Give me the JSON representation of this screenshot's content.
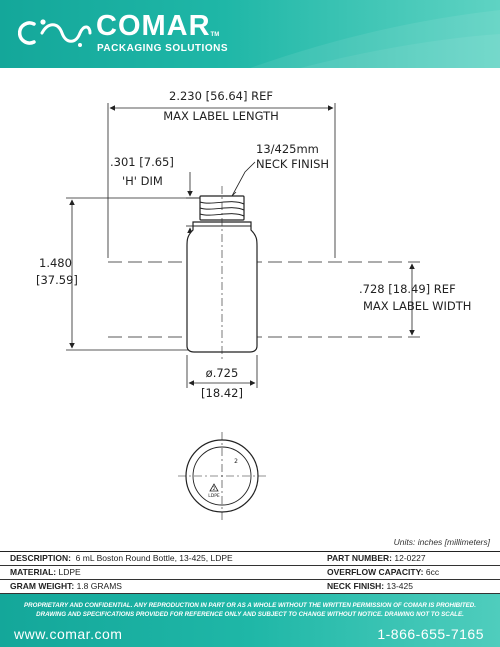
{
  "header": {
    "brand": "COMAR",
    "trademark": "TM",
    "tagline": "PACKAGING SOLUTIONS"
  },
  "drawing": {
    "max_label_length": {
      "value": "2.230 [56.64] REF",
      "label": "MAX LABEL LENGTH"
    },
    "h_dim": {
      "value": ".301 [7.65]",
      "label": "'H' DIM"
    },
    "neck_finish": {
      "value": "13/425mm",
      "label": "NECK FINISH"
    },
    "height": {
      "inches": "1.480",
      "mm": "[37.59]"
    },
    "max_label_width": {
      "value": ".728 [18.49] REF",
      "label": "MAX LABEL WIDTH"
    },
    "diameter": {
      "inches": "ø.725",
      "mm": "[18.42]"
    },
    "bottom_mark_number": "2",
    "recycle_label": "LDPE"
  },
  "units_note": "Units: inches [millimeters]",
  "spec": {
    "description_label": "DESCRIPTION:",
    "description_value": "6 mL Boston Round Bottle, 13-425, LDPE",
    "part_number_label": "PART NUMBER:",
    "part_number_value": "12-0227",
    "material_label": "MATERIAL:",
    "material_value": "LDPE",
    "overflow_label": "OVERFLOW CAPACITY:",
    "overflow_value": "6cc",
    "gram_weight_label": "GRAM WEIGHT:",
    "gram_weight_value": "1.8 GRAMS",
    "neck_finish_label": "NECK FINISH:",
    "neck_finish_value": "13-425"
  },
  "footer": {
    "disclaimer_line1": "PROPRIETARY AND CONFIDENTIAL. ANY REPRODUCTION IN PART OR AS A WHOLE WITHOUT THE WRITTEN PERMISSION OF COMAR IS PROHIBITED.",
    "disclaimer_line2": "DRAWING AND SPECIFICATIONS PROVIDED FOR REFERENCE ONLY AND SUBJECT TO CHANGE WITHOUT NOTICE. DRAWING NOT TO SCALE.",
    "website": "www.comar.com",
    "phone": "1-866-655-7165"
  },
  "colors": {
    "brand_teal": "#1fb7a7",
    "line": "#222222"
  }
}
